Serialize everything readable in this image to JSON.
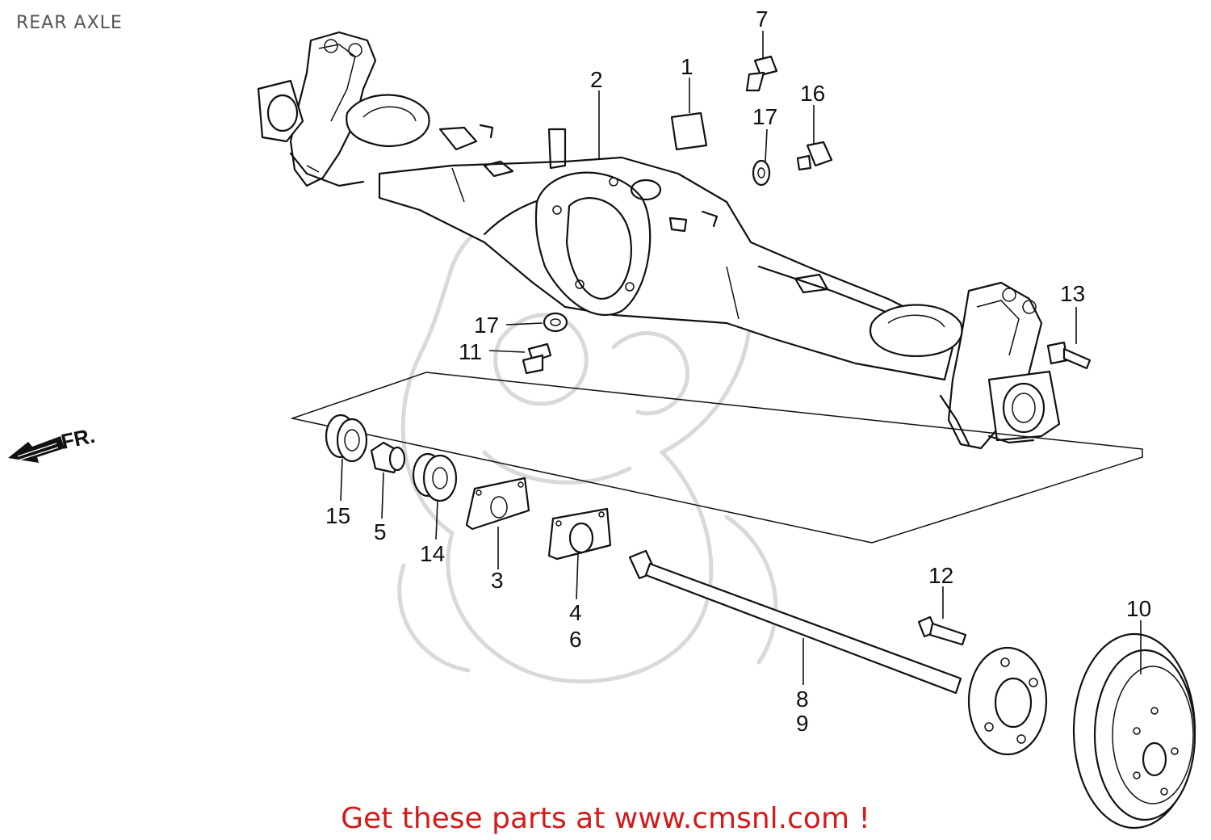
{
  "header": {
    "title": "REAR AXLE"
  },
  "footer": {
    "cta": "Get these parts at www.cmsnl.com !"
  },
  "direction_marker": {
    "label": "FR.",
    "icon": "front-arrow-icon"
  },
  "callouts": {
    "c1": "1",
    "c2": "2",
    "c3": "3",
    "c4": "4",
    "c5": "5",
    "c6": "6",
    "c7": "7",
    "c8": "8",
    "c9": "9",
    "c10": "10",
    "c11": "11",
    "c12": "12",
    "c13": "13",
    "c14": "14",
    "c15": "15",
    "c16": "16",
    "c17a": "17",
    "c17b": "17"
  },
  "colors": {
    "line": "#111111",
    "cta": "#d41a1a",
    "title": "#555555",
    "watermark": "#d9d9d9"
  }
}
